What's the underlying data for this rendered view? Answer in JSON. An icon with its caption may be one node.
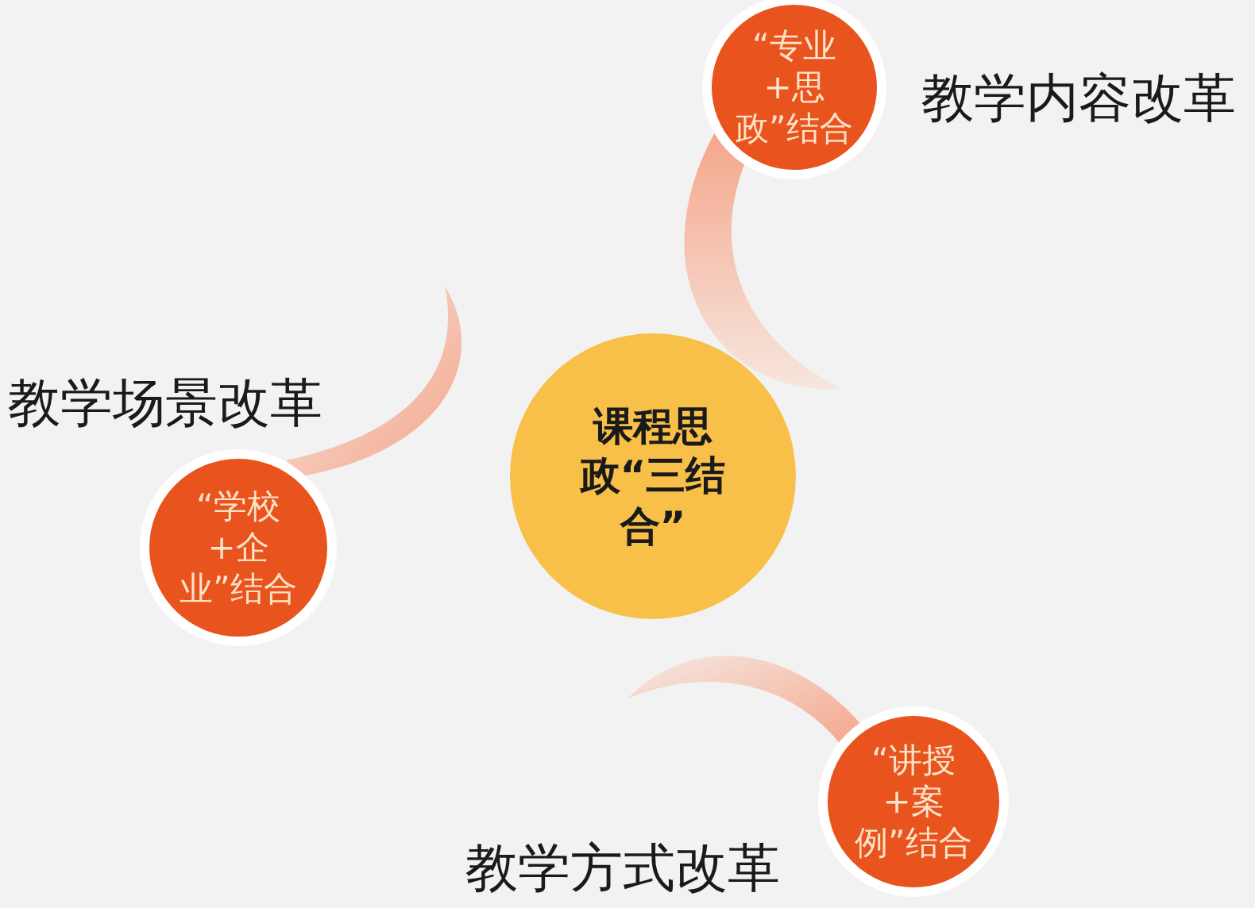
{
  "diagram": {
    "nodes": [
      {
        "text": [
          "课程思政“三结合”"
        ]
      },
      {
        "text": [
          "“专业+思政”结合"
        ],
        "beside": [
          "教学内容改革"
        ]
      },
      {
        "text": [
          "“学校+企业”结合"
        ],
        "beside": [
          "教学场景改革"
        ]
      },
      {
        "text": [
          "“讲授+案例”结合"
        ],
        "beside": [
          "教学方式改革"
        ]
      }
    ]
  }
}
